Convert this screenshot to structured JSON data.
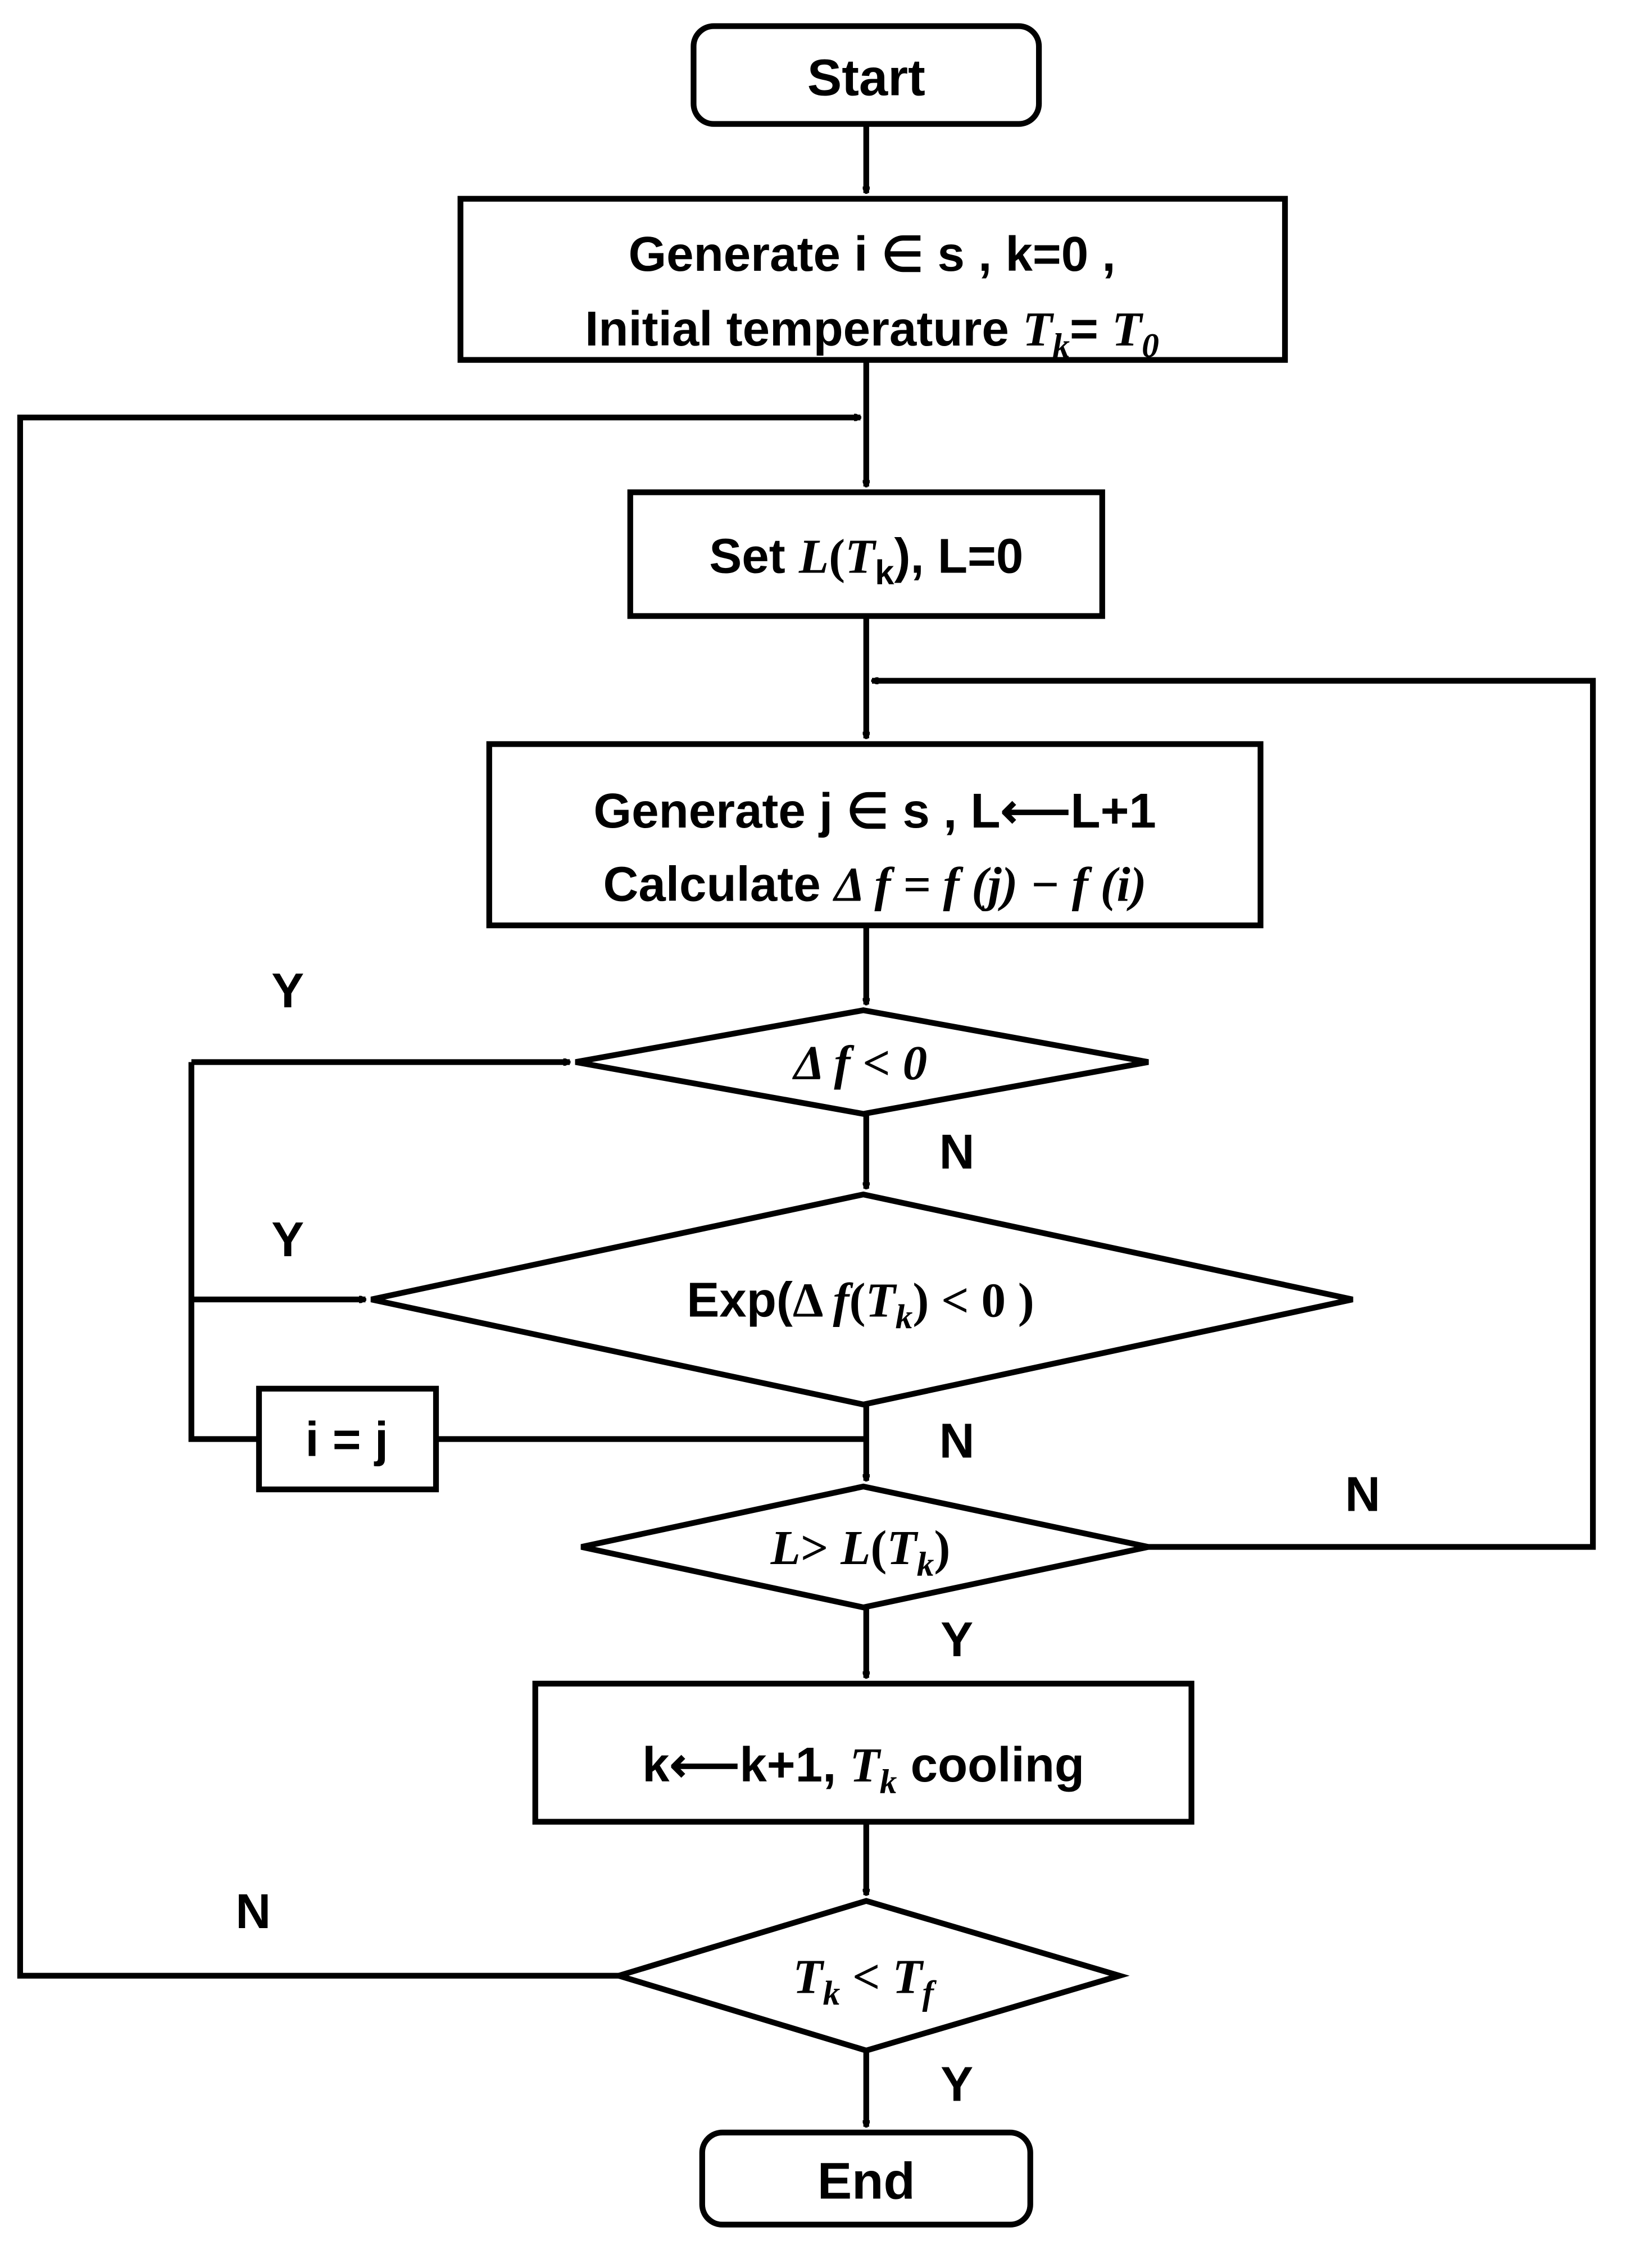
{
  "colors": {
    "stroke": "#000000",
    "background": "#ffffff"
  },
  "nodes": {
    "start": {
      "label": "Start"
    },
    "init": {
      "line1": "Generate i ∈ s , k=0 ,",
      "line2_prefix": "Initial temperature ",
      "line2_T": "T",
      "line2_k": "k",
      "line2_eq": "= ",
      "line2_T0": "T",
      "line2_0": "0"
    },
    "setL": {
      "prefix": "Set ",
      "L": "L",
      "open": "(",
      "T": "T",
      "k": "k",
      "close": "), L=0"
    },
    "generate": {
      "line1": "Generate j ∈ s , L⟵L+1",
      "line2_prefix": "Calculate ",
      "line2_formula": "Δ f = f (j) − f (i)"
    },
    "cond1": {
      "text": "Δ f  <  0"
    },
    "cond2": {
      "prefix": "Exp(",
      "delta": "Δ ",
      "f": "f",
      "open": "(",
      "T": "T",
      "k": "k",
      "rest": ") < 0 )"
    },
    "assign": {
      "label": "i = j"
    },
    "cond3": {
      "L": "L",
      "gt": "> ",
      "L2": "L",
      "open": "(",
      "T": "T",
      "k": "k",
      "close": ")"
    },
    "cooling": {
      "prefix": "k⟵k+1, ",
      "T": "T",
      "k": "k",
      "suffix": " cooling"
    },
    "cond4": {
      "T1": "T",
      "k": "k",
      "lt": " < ",
      "T2": "T",
      "f": "f"
    },
    "end": {
      "label": "End"
    }
  },
  "edge_labels": {
    "cond1_yes": "Y",
    "cond1_no": "N",
    "cond2_yes": "Y",
    "cond2_no": "N",
    "cond3_no": "N",
    "cond3_yes": "Y",
    "cond4_no": "N",
    "cond4_yes": "Y"
  }
}
